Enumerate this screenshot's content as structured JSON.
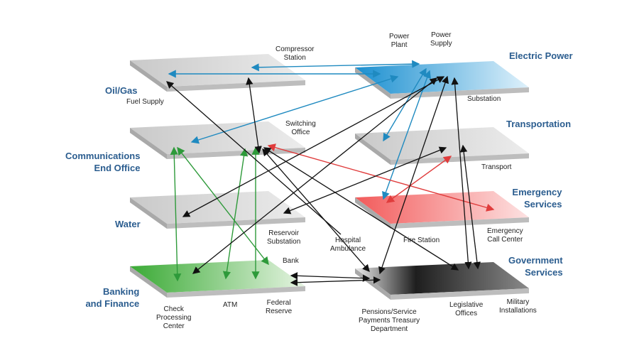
{
  "sectors": {
    "oil_gas": "Oil/Gas",
    "communications": [
      "Communications",
      "End Office"
    ],
    "water": "Water",
    "banking": [
      "Banking",
      "and Finance"
    ],
    "electric": "Electric Power",
    "transportation": "Transportation",
    "emergency": [
      "Emergency",
      "Services"
    ],
    "government": [
      "Government",
      "Services"
    ]
  },
  "nodes": {
    "fuel_supply": "Fuel Supply",
    "compressor_station": [
      "Compressor",
      "Station"
    ],
    "power_plant": [
      "Power",
      "Plant"
    ],
    "power_supply": [
      "Power",
      "Supply"
    ],
    "substation": "Substation",
    "switching_office": [
      "Switching",
      "Office"
    ],
    "transport": "Transport",
    "reservoir_substation": [
      "Reservoir",
      "Substation"
    ],
    "hospital_ambulance": [
      "Hospital",
      "Ambulance"
    ],
    "fire_station": "Fire Station",
    "emergency_call_center": [
      "Emergency",
      "Call Center"
    ],
    "bank": "Bank",
    "check_processing": [
      "Check",
      "Processing",
      "Center"
    ],
    "atm": "ATM",
    "federal_reserve": [
      "Federal",
      "Reserve"
    ],
    "pensions": [
      "Pensions/Service",
      "Payments Treasury",
      "Department"
    ],
    "legislative_offices": [
      "Legislative",
      "Offices"
    ],
    "military_installations": [
      "Military",
      "Installations"
    ]
  },
  "colors": {
    "slab_gray": "#d6d6d6",
    "slab_edge": "#a9a9a9",
    "electric": "#1e9ad6",
    "emergency": "#f06060",
    "banking": "#3aaa35",
    "government": "#1e1e1e",
    "link_blue": "#1f8ac0",
    "link_red": "#e03c3c",
    "link_green": "#2e9a3a",
    "link_black": "#111111",
    "label_blue": "#2b5d8f"
  }
}
